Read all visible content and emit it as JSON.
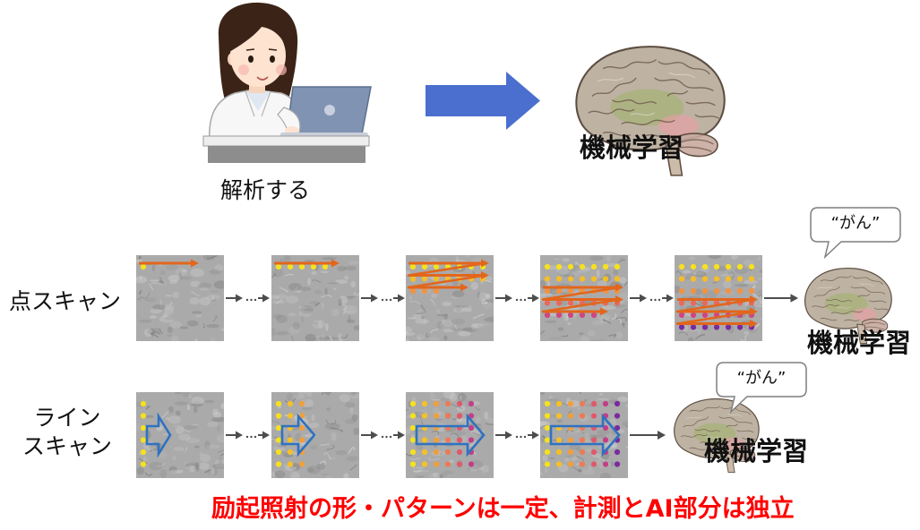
{
  "top": {
    "analyze_label": "解析する",
    "ml_label": "機械学習",
    "arrow_color": "#4a6fcf"
  },
  "grid": {
    "rows": 6,
    "cols": 7
  },
  "point_scan": {
    "label": "点スキャン",
    "panels": [
      {
        "filled_dots": 1
      },
      {
        "filled_dots": 5
      },
      {
        "filled_dots": 17
      },
      {
        "filled_dots": 33
      },
      {
        "filled_dots": 42
      }
    ],
    "row_colors": [
      "#f6e11c",
      "#f5bd28",
      "#f19340",
      "#e8695d",
      "#cf4583",
      "#7a2aa0"
    ],
    "arrow_color": "#e2661c",
    "bubble": "“がん”",
    "ml_label": "機械学習"
  },
  "line_scan": {
    "label_line1": "ライン",
    "label_line2": "スキャン",
    "panels": [
      {
        "filled_columns": 1
      },
      {
        "filled_columns": 3
      },
      {
        "filled_columns": 6
      },
      {
        "filled_columns": 7
      }
    ],
    "column_colors": [
      "#f6e11c",
      "#f5c126",
      "#f29e3b",
      "#ec7a54",
      "#e0586c",
      "#c23f88",
      "#7a2aa0"
    ],
    "arrow_color": "#2f72c0",
    "bubble": "“がん”",
    "ml_label": "機械学習"
  },
  "caption": "励起照射の形・パターンは一定、計測とAI部分は独立",
  "caption_color": "#ff0000"
}
